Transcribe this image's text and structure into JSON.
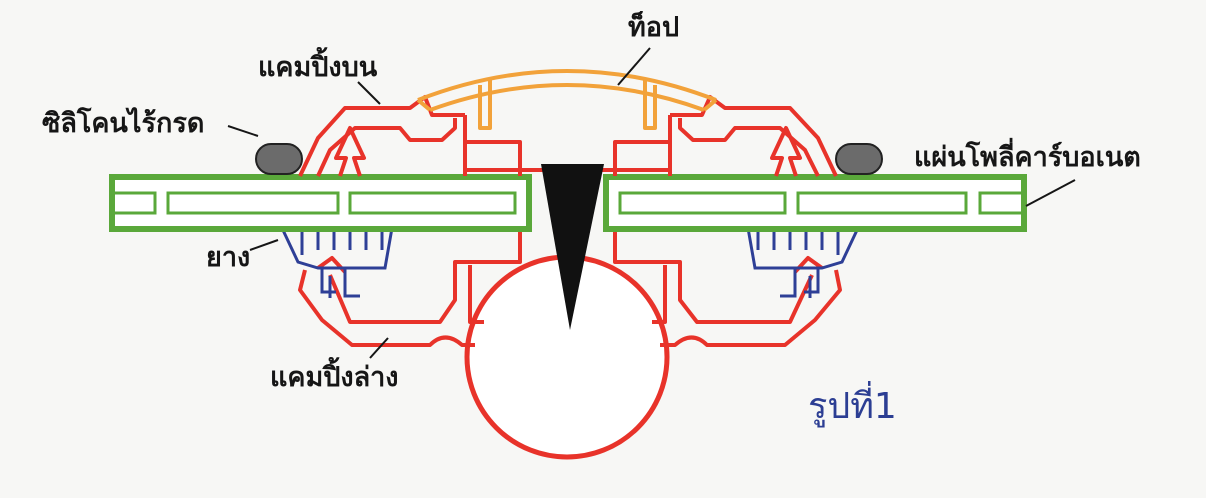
{
  "diagram": {
    "labels": {
      "top_cap": "ท็อป",
      "upper_clamp": "แคมปิ้งบน",
      "silicone": "ซิลิโคนไร้กรด",
      "polycarbonate_sheet": "แผ่นโพลี่คาร์บอเนต",
      "rubber": "ยาง",
      "lower_clamp": "แคมปิ้งล่าง"
    },
    "caption": "รูปที่1",
    "colors": {
      "clamp": "#e8332a",
      "top_cap": "#f2a23a",
      "sheet": "#5aa83a",
      "rubber": "#2e3f96",
      "silicone": "#6b6b6b",
      "screw": "#111111",
      "caption": "#2c3e93"
    }
  }
}
